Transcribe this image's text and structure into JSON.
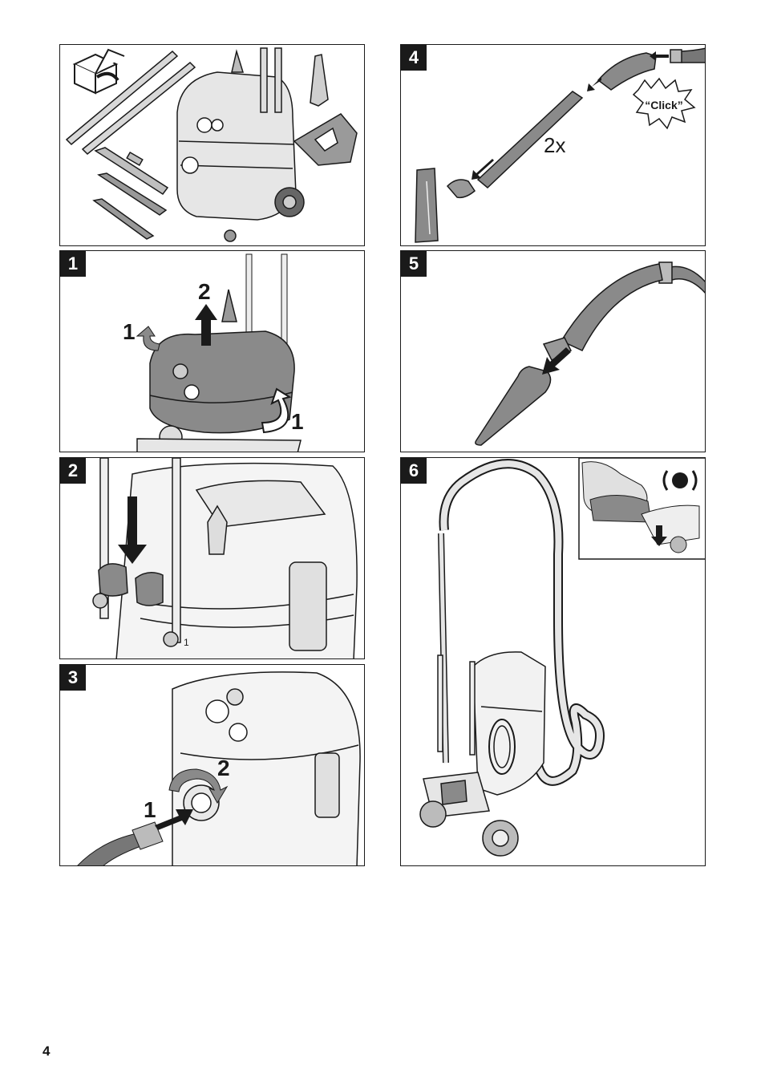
{
  "panels": {
    "p0": {
      "label": ""
    },
    "p1": {
      "label": "1",
      "callouts": [
        "1",
        "2",
        "1"
      ]
    },
    "p2": {
      "label": "2"
    },
    "p3": {
      "label": "3",
      "callouts": [
        "1",
        "2"
      ]
    },
    "p4": {
      "label": "4",
      "click": "“Click”",
      "multiplier": "2x"
    },
    "p5": {
      "label": "5"
    },
    "p6": {
      "label": "6"
    }
  },
  "colors": {
    "ink": "#1a1a1a",
    "grey": "#8a8a8a",
    "light": "#d8d8d8"
  },
  "footer": {
    "page_number": "4"
  }
}
